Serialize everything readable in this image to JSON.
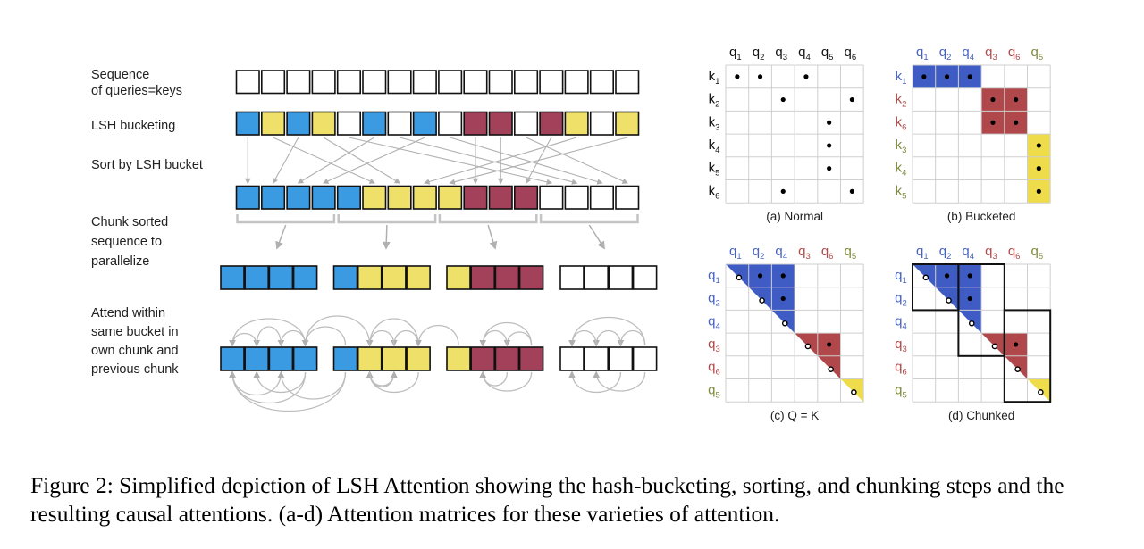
{
  "colors": {
    "blue": "#3a9be3",
    "yellow": "#efe06a",
    "red": "#a3405a",
    "white": "#ffffff",
    "arrow": "#b0b0b0",
    "mat_blue": "#3f5cc4",
    "mat_red": "#b0474b",
    "mat_yellow": "#efdc4a",
    "lbl_blue": "#4562c4",
    "lbl_red": "#b04a4a",
    "lbl_green": "#7d8c3a"
  },
  "left": {
    "labels": {
      "sequence_1": "Sequence",
      "sequence_2": "of queries=keys",
      "lsh_bucketing": "LSH bucketing",
      "sort": "Sort by LSH bucket",
      "chunk_1": "Chunk sorted",
      "chunk_2": "sequence to",
      "chunk_3": "parallelize",
      "attend_1": "Attend within",
      "attend_2": "same bucket in",
      "attend_3": "own chunk and",
      "attend_4": "previous chunk"
    },
    "row_queries": [
      "w",
      "w",
      "w",
      "w",
      "w",
      "w",
      "w",
      "w",
      "w",
      "w",
      "w",
      "w",
      "w",
      "w",
      "w",
      "w"
    ],
    "row_buckets": [
      "b",
      "y",
      "b",
      "y",
      "w",
      "b",
      "w",
      "b",
      "w",
      "r",
      "r",
      "w",
      "r",
      "y",
      "w",
      "y"
    ],
    "row_sorted": [
      "b",
      "b",
      "b",
      "b",
      "b",
      "y",
      "y",
      "y",
      "y",
      "r",
      "r",
      "r",
      "w",
      "w",
      "w",
      "w"
    ],
    "chunks": [
      [
        "b",
        "b",
        "b",
        "b"
      ],
      [
        "b",
        "y",
        "y",
        "y"
      ],
      [
        "y",
        "r",
        "r",
        "r"
      ],
      [
        "w",
        "w",
        "w",
        "w"
      ]
    ]
  },
  "panels": {
    "a": {
      "caption": "(a) Normal",
      "cols": [
        {
          "l": "q",
          "s": "1",
          "c": "k"
        },
        {
          "l": "q",
          "s": "2",
          "c": "k"
        },
        {
          "l": "q",
          "s": "3",
          "c": "k"
        },
        {
          "l": "q",
          "s": "4",
          "c": "k"
        },
        {
          "l": "q",
          "s": "5",
          "c": "k"
        },
        {
          "l": "q",
          "s": "6",
          "c": "k"
        }
      ],
      "rows": [
        {
          "l": "k",
          "s": "1",
          "c": "k"
        },
        {
          "l": "k",
          "s": "2",
          "c": "k"
        },
        {
          "l": "k",
          "s": "3",
          "c": "k"
        },
        {
          "l": "k",
          "s": "4",
          "c": "k"
        },
        {
          "l": "k",
          "s": "5",
          "c": "k"
        },
        {
          "l": "k",
          "s": "6",
          "c": "k"
        }
      ],
      "dots": [
        [
          0,
          0
        ],
        [
          0,
          1
        ],
        [
          0,
          3
        ],
        [
          1,
          2
        ],
        [
          1,
          5
        ],
        [
          2,
          4
        ],
        [
          3,
          4
        ],
        [
          4,
          4
        ],
        [
          5,
          2
        ],
        [
          5,
          5
        ]
      ]
    },
    "b": {
      "caption": "(b) Bucketed",
      "cols": [
        {
          "l": "q",
          "s": "1",
          "c": "b"
        },
        {
          "l": "q",
          "s": "2",
          "c": "b"
        },
        {
          "l": "q",
          "s": "4",
          "c": "b"
        },
        {
          "l": "q",
          "s": "3",
          "c": "r"
        },
        {
          "l": "q",
          "s": "6",
          "c": "r"
        },
        {
          "l": "q",
          "s": "5",
          "c": "g"
        }
      ],
      "rows": [
        {
          "l": "k",
          "s": "1",
          "c": "b"
        },
        {
          "l": "k",
          "s": "2",
          "c": "r"
        },
        {
          "l": "k",
          "s": "6",
          "c": "r"
        },
        {
          "l": "k",
          "s": "3",
          "c": "g"
        },
        {
          "l": "k",
          "s": "4",
          "c": "g"
        },
        {
          "l": "k",
          "s": "5",
          "c": "g"
        }
      ],
      "dots": [
        [
          0,
          0
        ],
        [
          0,
          1
        ],
        [
          0,
          2
        ],
        [
          1,
          3
        ],
        [
          1,
          4
        ],
        [
          2,
          3
        ],
        [
          2,
          4
        ],
        [
          3,
          5
        ],
        [
          4,
          5
        ],
        [
          5,
          5
        ]
      ]
    },
    "c": {
      "caption": "(c) Q = K",
      "cols": [
        {
          "l": "q",
          "s": "1",
          "c": "b"
        },
        {
          "l": "q",
          "s": "2",
          "c": "b"
        },
        {
          "l": "q",
          "s": "4",
          "c": "b"
        },
        {
          "l": "q",
          "s": "3",
          "c": "r"
        },
        {
          "l": "q",
          "s": "6",
          "c": "r"
        },
        {
          "l": "q",
          "s": "5",
          "c": "g"
        }
      ],
      "rows": [
        {
          "l": "q",
          "s": "1",
          "c": "b"
        },
        {
          "l": "q",
          "s": "2",
          "c": "b"
        },
        {
          "l": "q",
          "s": "4",
          "c": "b"
        },
        {
          "l": "q",
          "s": "3",
          "c": "r"
        },
        {
          "l": "q",
          "s": "6",
          "c": "r"
        },
        {
          "l": "q",
          "s": "5",
          "c": "g"
        }
      ],
      "dots": [
        [
          0,
          1
        ],
        [
          0,
          2
        ],
        [
          1,
          2
        ],
        [
          3,
          4
        ]
      ],
      "hollow": [
        [
          0,
          0
        ],
        [
          1,
          1
        ],
        [
          2,
          2
        ],
        [
          3,
          3
        ],
        [
          4,
          4
        ],
        [
          5,
          5
        ]
      ]
    },
    "d": {
      "caption": "(d) Chunked",
      "cols": [
        {
          "l": "q",
          "s": "1",
          "c": "b"
        },
        {
          "l": "q",
          "s": "2",
          "c": "b"
        },
        {
          "l": "q",
          "s": "4",
          "c": "b"
        },
        {
          "l": "q",
          "s": "3",
          "c": "r"
        },
        {
          "l": "q",
          "s": "6",
          "c": "r"
        },
        {
          "l": "q",
          "s": "5",
          "c": "g"
        }
      ],
      "rows": [
        {
          "l": "q",
          "s": "1",
          "c": "b"
        },
        {
          "l": "q",
          "s": "2",
          "c": "b"
        },
        {
          "l": "q",
          "s": "4",
          "c": "b"
        },
        {
          "l": "q",
          "s": "3",
          "c": "r"
        },
        {
          "l": "q",
          "s": "6",
          "c": "r"
        },
        {
          "l": "q",
          "s": "5",
          "c": "g"
        }
      ],
      "dots": [
        [
          0,
          1
        ],
        [
          0,
          2
        ],
        [
          1,
          2
        ],
        [
          3,
          4
        ]
      ],
      "hollow": [
        [
          0,
          0
        ],
        [
          1,
          1
        ],
        [
          2,
          2
        ],
        [
          3,
          3
        ],
        [
          4,
          4
        ],
        [
          5,
          5
        ]
      ]
    }
  },
  "caption": "Figure 2: Simplified depiction of LSH Attention showing the hash-bucketing, sorting, and chunking steps and the resulting causal attentions. (a-d) Attention matrices for these varieties of attention."
}
